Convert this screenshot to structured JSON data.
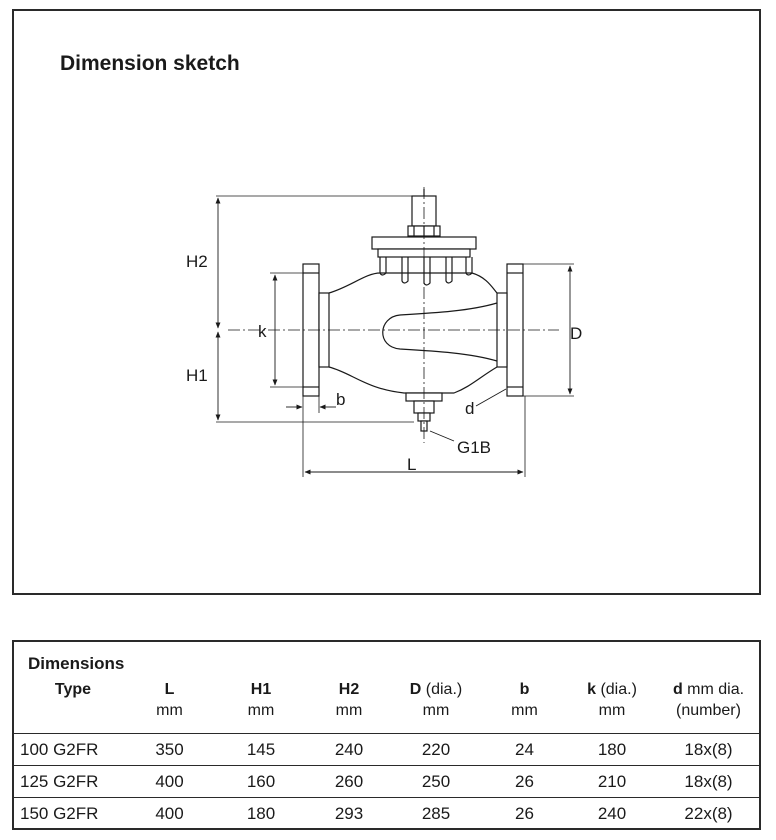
{
  "sketch": {
    "title": "Dimension sketch",
    "labels": {
      "h2": "H2",
      "h1": "H1",
      "k": "k",
      "b": "b",
      "d_large": "D",
      "d_small": "d",
      "g1b": "G1B",
      "l": "L"
    }
  },
  "dimensions": {
    "title": "Dimensions",
    "columns": [
      {
        "name": "Type",
        "suffix": "",
        "unit": ""
      },
      {
        "name": "L",
        "suffix": "",
        "unit": "mm"
      },
      {
        "name": "H1",
        "suffix": "",
        "unit": "mm"
      },
      {
        "name": "H2",
        "suffix": "",
        "unit": "mm"
      },
      {
        "name": "D",
        "suffix": " (dia.)",
        "unit": "mm"
      },
      {
        "name": "b",
        "suffix": "",
        "unit": "mm"
      },
      {
        "name": "k",
        "suffix": " (dia.)",
        "unit": "mm"
      },
      {
        "name": "d",
        "suffix": " mm dia.",
        "unit": "(number)"
      }
    ],
    "rows": [
      [
        "100 G2FR",
        "350",
        "145",
        "240",
        "220",
        "24",
        "180",
        "18x(8)"
      ],
      [
        "125 G2FR",
        "400",
        "160",
        "260",
        "250",
        "26",
        "210",
        "18x(8)"
      ],
      [
        "150 G2FR",
        "400",
        "180",
        "293",
        "285",
        "26",
        "240",
        "22x(8)"
      ]
    ]
  }
}
